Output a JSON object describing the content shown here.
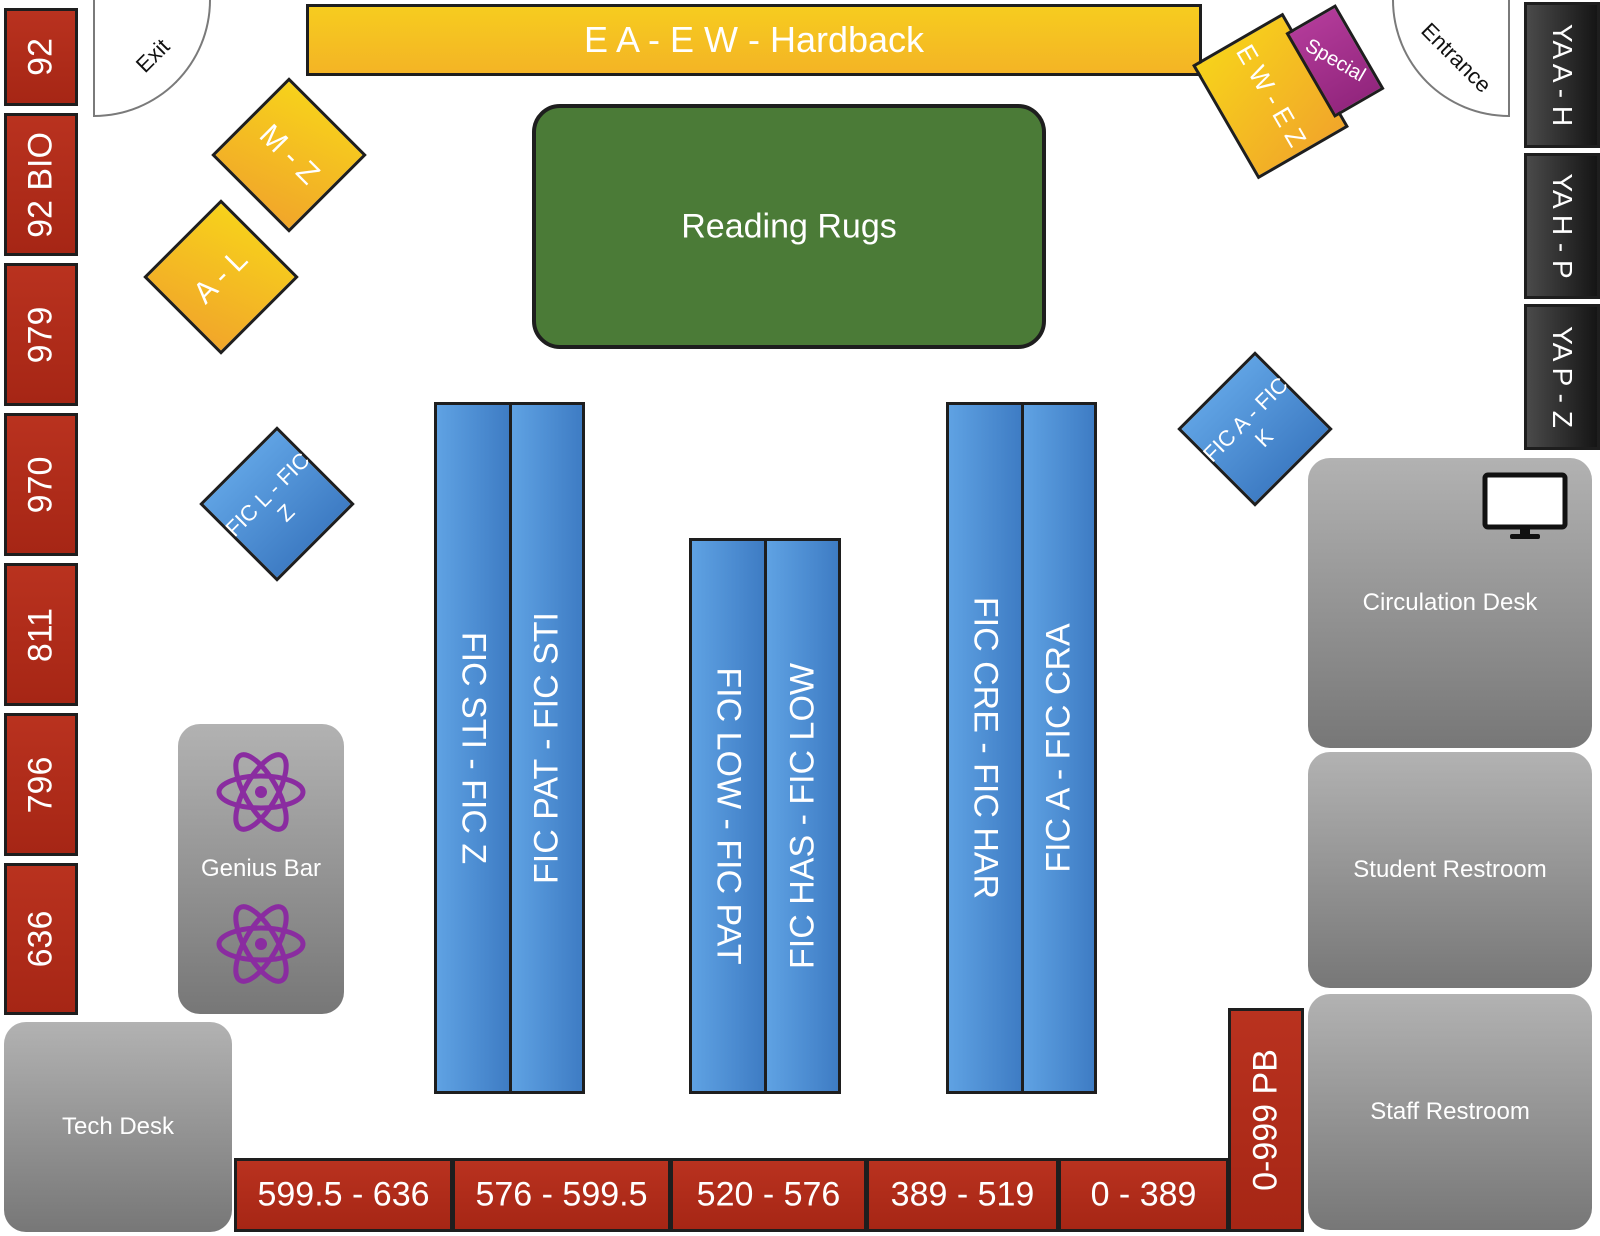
{
  "top": {
    "hardback": "E A - E W - Hardback",
    "reading_rugs": "Reading Rugs",
    "exit": "Exit",
    "entrance": "Entrance",
    "ew_ez": "E W - E Z",
    "special": "Special",
    "m_z": "M - Z",
    "a_l": "A - L"
  },
  "left_wall": [
    "92",
    "92 BIO",
    "979",
    "970",
    "811",
    "796",
    "636"
  ],
  "right_wall": [
    "YA A - H",
    "YA H - P",
    "YA P - Z"
  ],
  "fiction_diamonds": {
    "left": "FIC L - FIC Z",
    "right": "FIC A - FIC K"
  },
  "fiction_shelves": [
    "FIC STI - FIC Z",
    "FIC PAT - FIC STI",
    "FIC LOW - FIC PAT",
    "FIC HAS - FIC LOW",
    "FIC CRE - FIC HAR",
    "FIC A - FIC CRA"
  ],
  "bottom_wall": [
    "599.5 - 636",
    "576 - 599.5",
    "520 - 576",
    "389 - 519",
    "0 - 389"
  ],
  "paperback": "0-999 PB",
  "areas": {
    "genius_bar": "Genius Bar",
    "circulation_desk": "Circulation Desk",
    "student_restroom": "Student Restroom",
    "staff_restroom": "Staff Restroom",
    "tech_desk": "Tech Desk"
  },
  "colors": {
    "nonfiction_red": "#b9321f",
    "fiction_blue": "#4f91d6",
    "easy_yellow": "#f5c421",
    "rug_green": "#4a7a36",
    "special_purple": "#a3318f",
    "ya_black": "#222222",
    "genius_icon_purple": "#8a2ca0"
  },
  "icons": [
    "monitor-icon",
    "atom-icon"
  ]
}
